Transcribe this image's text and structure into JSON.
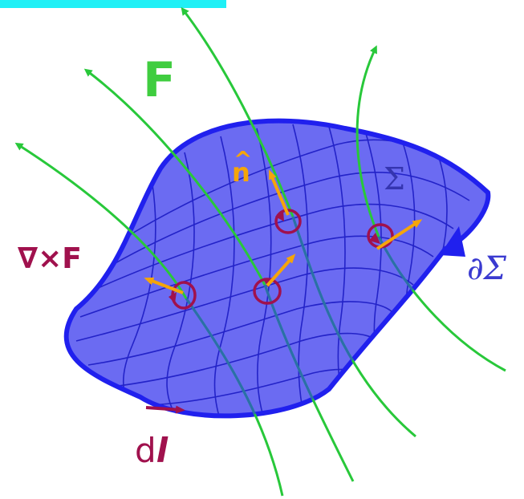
{
  "caption": "",
  "labels": {
    "field": "F",
    "normal": "n",
    "normal_hat": "^",
    "surface": "Σ",
    "curl": "∇×F",
    "boundary": "∂Σ",
    "line_element": "dl",
    "line_element_d": "d",
    "line_element_l": "l"
  },
  "colors": {
    "surface_fill": "#6b6bf2",
    "surface_edge": "#2020ee",
    "mesh": "#2323c8",
    "field_lines": "#28c83a",
    "field_label": "#3fcd3f",
    "normals": "#f5a50a",
    "curl": "#a0114d",
    "surface_label": "#3535b0",
    "boundary_label": "#3a3ad0",
    "caption_bg": "#1ff0f6"
  }
}
